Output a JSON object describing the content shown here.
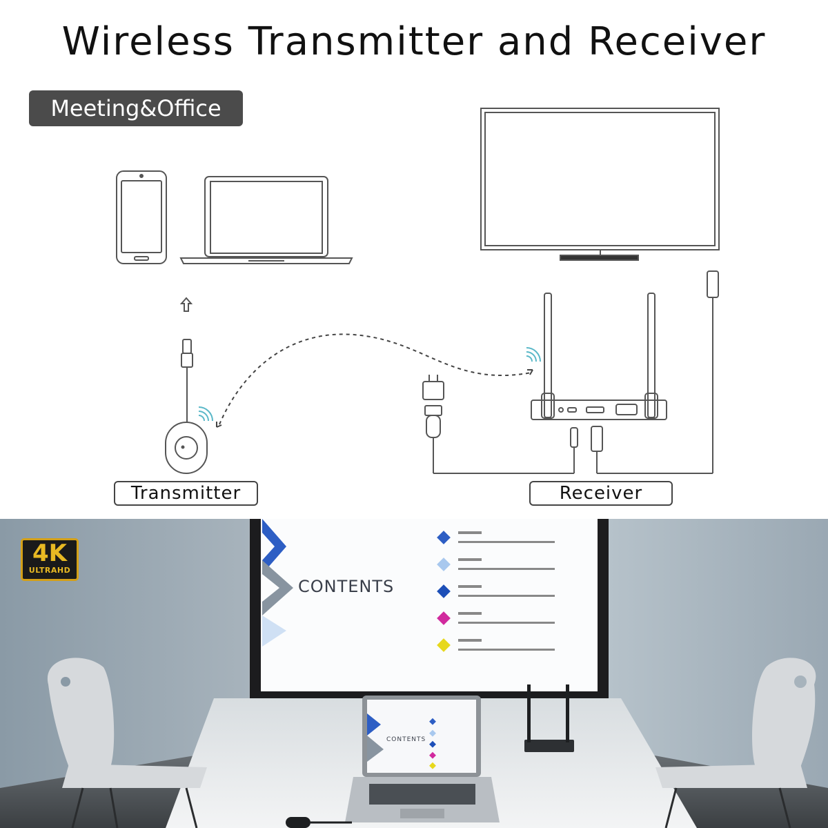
{
  "title": "Wireless Transmitter and Receiver",
  "badge": "Meeting&Office",
  "labels": {
    "transmitter": "Transmitter",
    "receiver": "Receiver"
  },
  "photo": {
    "badge_main": "4K",
    "badge_sub": "ULTRAHD",
    "screen_heading": "CONTENTS",
    "laptop_heading": "CONTENTS",
    "list_item_colors": [
      "#2d5ec4",
      "#a8c8ee",
      "#1d4fb8",
      "#d12a9e",
      "#e7d81c"
    ]
  },
  "colors": {
    "badge_bg": "#4b4b4b",
    "line": "#555555",
    "wifi": "#5ab8c8",
    "gold": "#e8b923"
  }
}
